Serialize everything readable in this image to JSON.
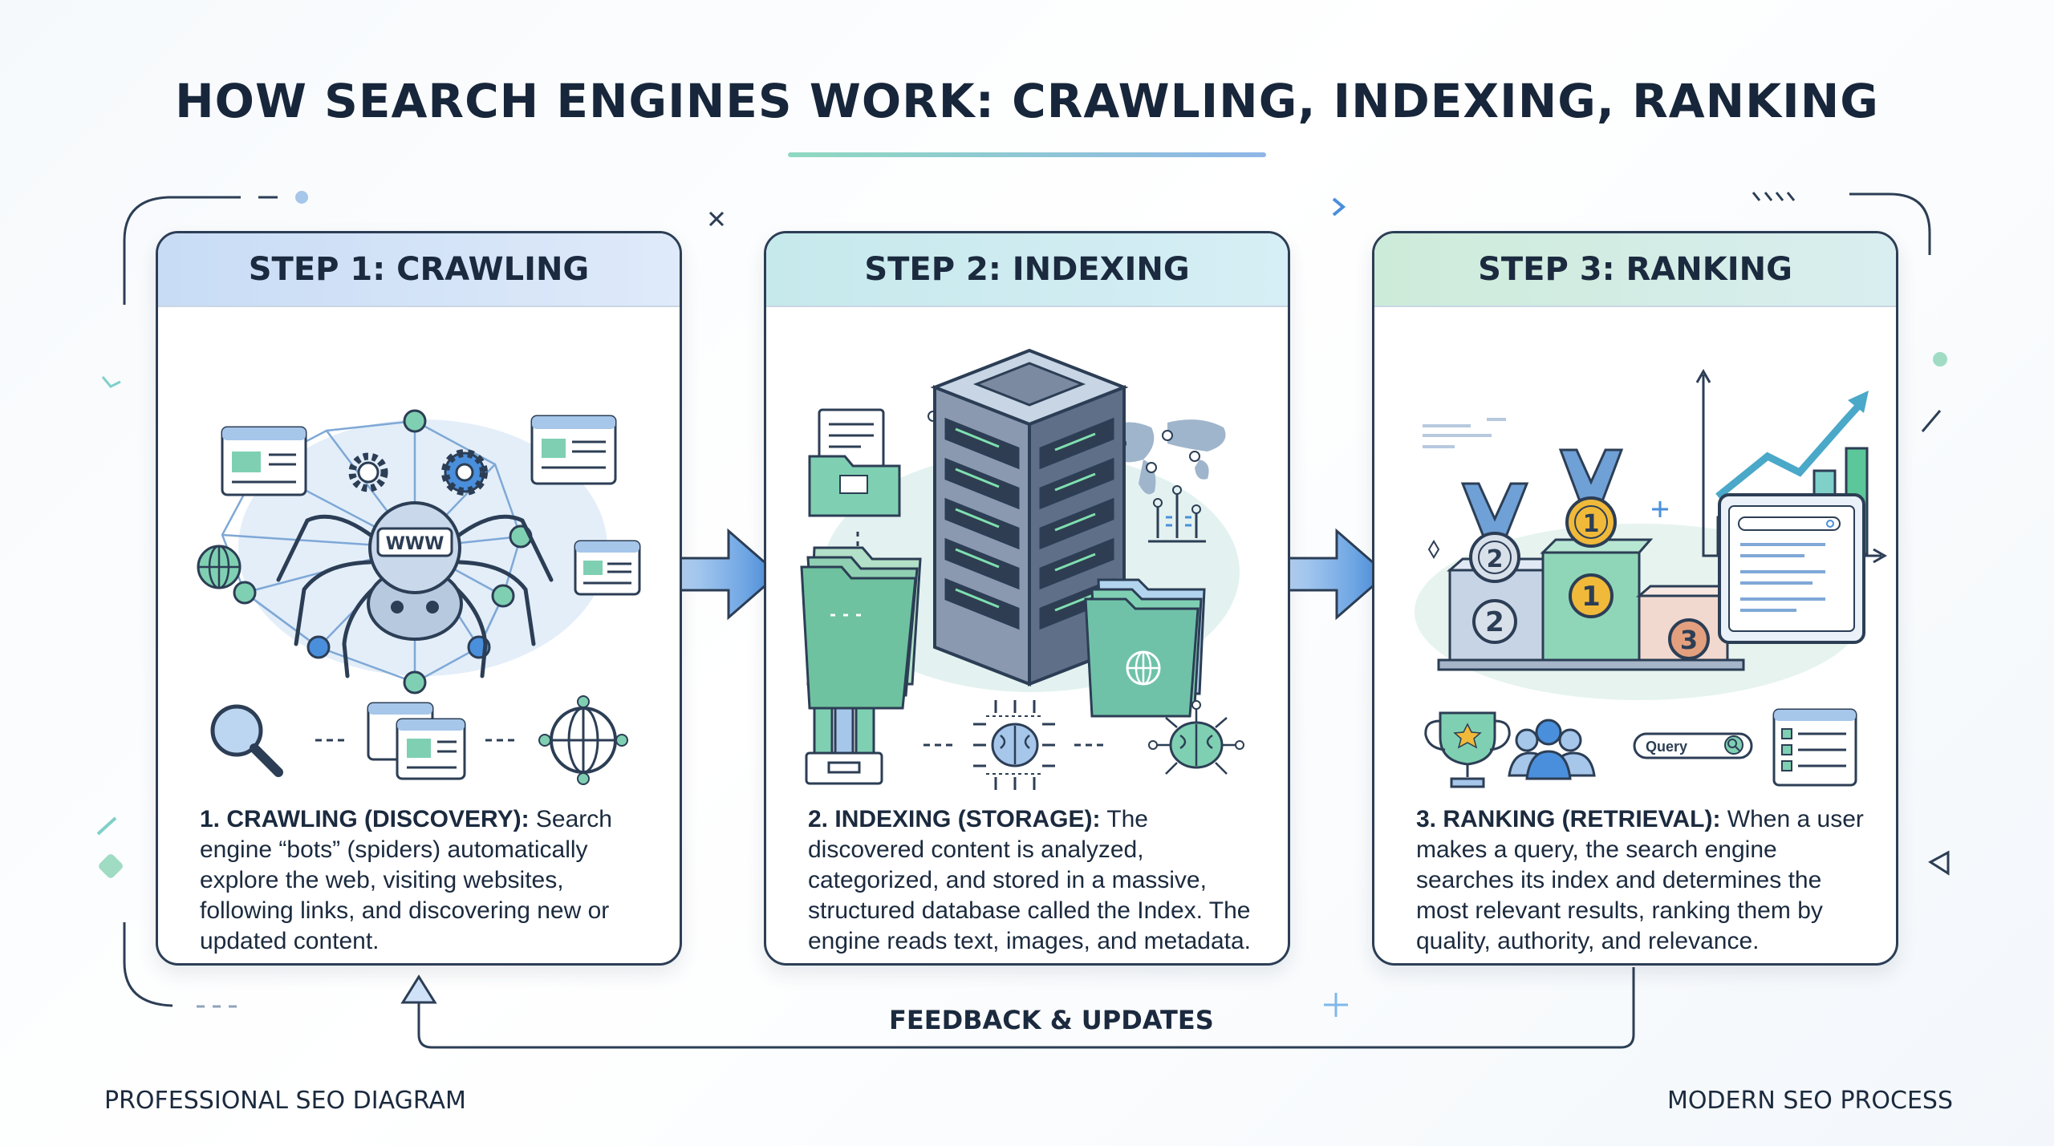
{
  "title": "HOW SEARCH ENGINES WORK: CRAWLING, INDEXING, RANKING",
  "steps": [
    {
      "heading": "STEP 1: CRAWLING",
      "desc_bold": "1. CRAWLING (DISCOVERY):",
      "desc_text": " Search engine “bots” (spiders) automatically explore the web, visiting websites, following links, and discovering new or updated content.",
      "spider_label": "WWW"
    },
    {
      "heading": "STEP 2: INDEXING",
      "desc_bold": "2. INDEXING (STORAGE):",
      "desc_text": " The discovered content is analyzed, categorized, and stored in a massive, structured database called the Index. The engine reads text, images, and metadata."
    },
    {
      "heading": "STEP 3: RANKING",
      "desc_bold": "3. RANKING (RETRIEVAL):",
      "desc_text": " When a user makes a query, the search engine searches its index and determines the most relevant results, ranking them by quality, authority, and relevance.",
      "query_label": "Query",
      "podium_first": "1",
      "podium_second": "2",
      "podium_third": "3"
    }
  ],
  "feedback_label": "FEEDBACK & UPDATES",
  "footer_left": "PROFESSIONAL SEO DIAGRAM",
  "footer_right": "MODERN SEO PROCESS",
  "colors": {
    "outline": "#2c3e55",
    "blue": "#4a8fdc",
    "green": "#5cc79a",
    "teal": "#7fd0c8",
    "gold": "#f0b93a"
  }
}
